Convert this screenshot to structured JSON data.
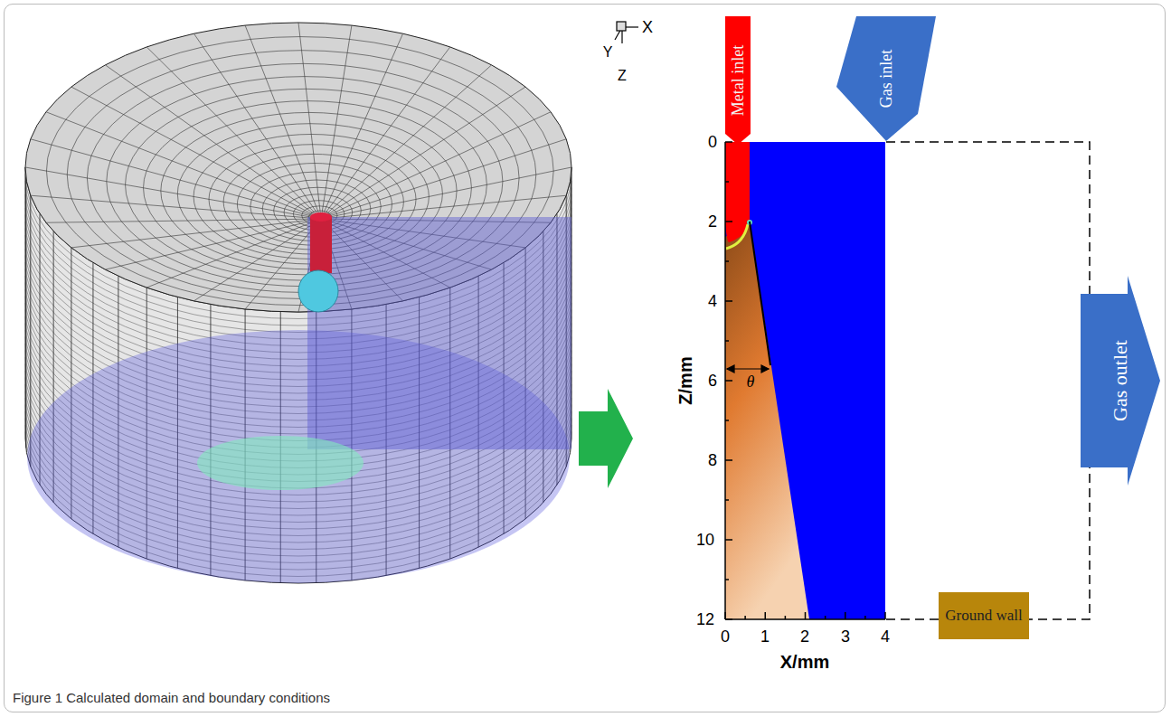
{
  "diagram": {
    "caption": "Figure 1 Calculated domain and boundary conditions",
    "nodes": [
      {
        "text": [
          "Metal inlet"
        ]
      },
      {
        "text": [
          "Gas inlet"
        ]
      },
      {
        "text": [
          "Gas outlet"
        ]
      },
      {
        "text": [
          "Ground wall"
        ]
      }
    ],
    "labels": [
      "X",
      "Y",
      "Z",
      "0",
      "2",
      "4",
      "6",
      "8",
      "10",
      "12",
      "Z/mm",
      "0",
      "1",
      "2",
      "3",
      "4",
      "X/mm",
      "θ"
    ]
  }
}
